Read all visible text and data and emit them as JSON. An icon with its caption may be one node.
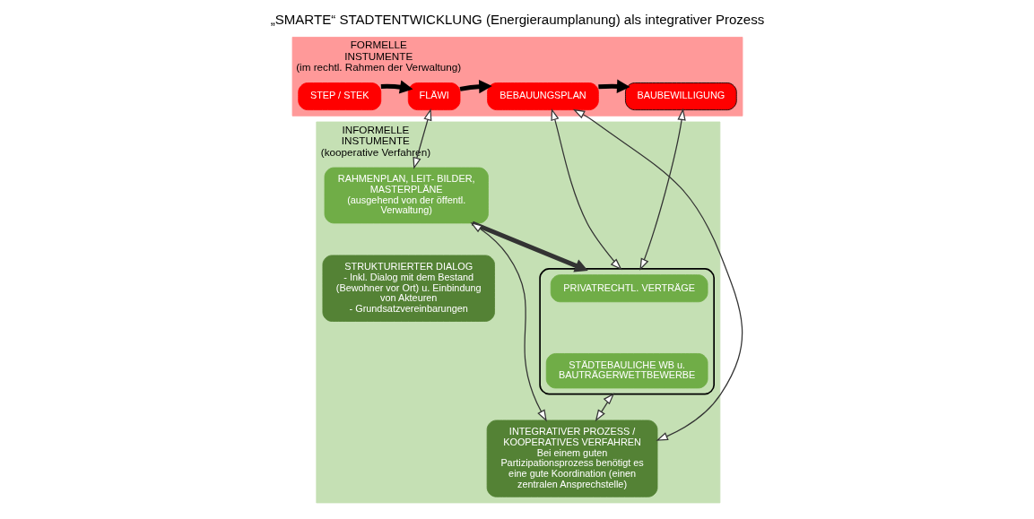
{
  "diagram": {
    "title": "„SMARTE“ STADTENTWICKLUNG (Energieraumplanung) als integrativer Prozess",
    "nodes": [
      {
        "text": [
          "FORMELLE",
          "INSTUMENTE",
          "(im rechtl. Rahmen der Verwaltung)"
        ]
      },
      {
        "text": [
          "STEP / STEK"
        ],
        "in": 0
      },
      {
        "text": [
          "FLÄWI"
        ],
        "in": 0
      },
      {
        "text": [
          "BEBAUUNGSPLAN"
        ],
        "in": 0
      },
      {
        "text": [
          "BAUBEWILLIGUNG"
        ],
        "in": 0
      },
      {
        "text": [
          "INFORMELLE",
          "INSTUMENTE",
          "(kooperative Verfahren)"
        ]
      },
      {
        "text": [
          "RAHMENPLAN, LEIT- BILDER, MASTERPLÄNE",
          "(ausgehend von der öffentl. Verwaltung)"
        ],
        "in": 5
      },
      {
        "text": [],
        "shape": "box",
        "in": 5
      },
      {
        "text": [
          "PRIVATRECHTL. VERTRÄGE"
        ],
        "in": 7
      },
      {
        "text": [
          "STÄDTEBAULICHE WB u. BAUTRÄGERWETTBEWERBE"
        ],
        "in": 7
      },
      {
        "text": [
          "STRUKTURIERTER DIALOG",
          "- Inkl. Dialog mit dem Bestand (Bewohner vor Ort) u. Einbindung von Akteuren",
          "- Grundsatzvereinbarungen"
        ],
        "in": 5
      },
      {
        "text": [
          "INTEGRATIVER PROZESS / KOOPERATIVES VERFAHREN",
          "Bei einem guten Partizipationsprozess benötigt es eine gute Koordination (einen zentralen Ansprechstelle)"
        ],
        "in": 5
      }
    ],
    "edges": [
      {
        "from": 1,
        "to": 2,
        "arrow": "to",
        "style": "thick",
        "color": "#000000"
      },
      {
        "from": 2,
        "to": 3,
        "arrow": "to",
        "style": "thick",
        "color": "#000000"
      },
      {
        "from": 3,
        "to": 4,
        "arrow": "to",
        "style": "thick",
        "color": "#000000"
      },
      {
        "from": 2,
        "to": 6,
        "arrow": "both"
      },
      {
        "from": 3,
        "to": 7,
        "arrow": "both"
      },
      {
        "from": 4,
        "to": 7,
        "arrow": "both"
      },
      {
        "from": 3,
        "to": 11,
        "arrow": "both"
      },
      {
        "from": 6,
        "to": 7,
        "arrow": "to",
        "style": "thick"
      },
      {
        "from": 6,
        "to": 11,
        "arrow": "both"
      },
      {
        "from": 7,
        "to": 11,
        "arrow": "both"
      }
    ]
  }
}
